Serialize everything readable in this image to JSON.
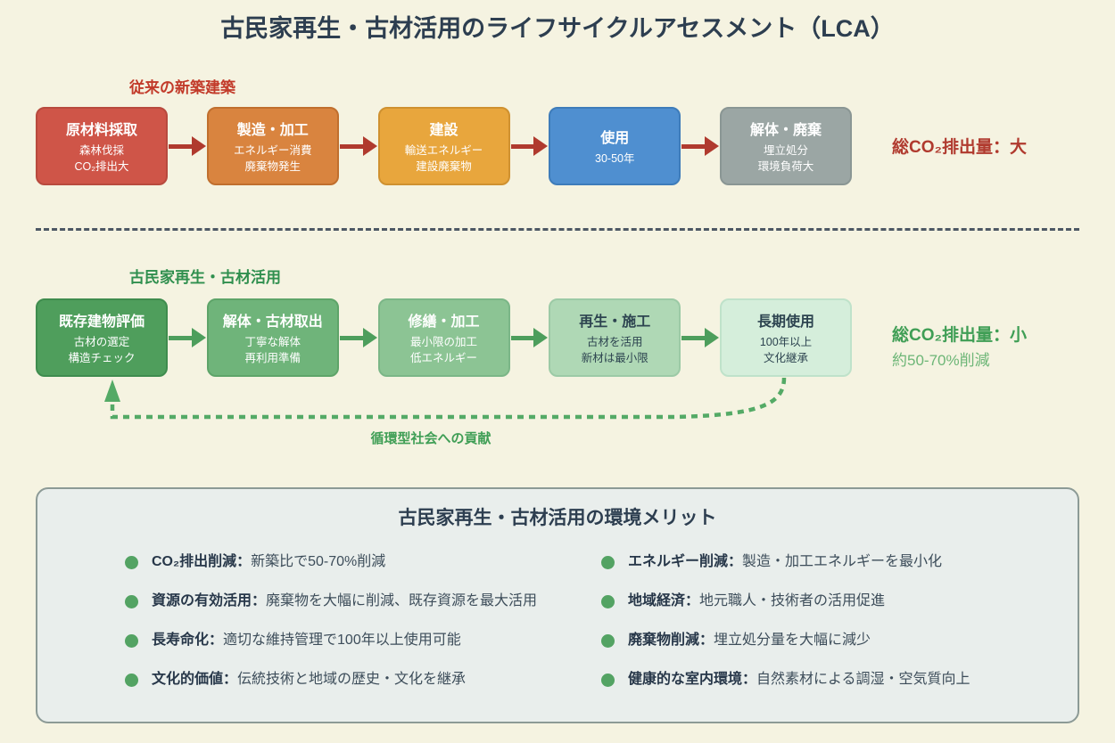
{
  "title": "古民家再生・古材活用のライフサイクルアセスメント（LCA）",
  "conventional": {
    "label": "従来の新築建築",
    "label_color": "#c23b2a",
    "total": "総CO₂排出量：大",
    "total_color": "#b03a2e",
    "arrow_color": "#b03a2e",
    "stages": [
      {
        "title": "原材料採取",
        "lines": [
          "森林伐採",
          "CO₂排出大"
        ],
        "bg": "#cf5548",
        "border": "#b84a3e",
        "text": "#ffffff"
      },
      {
        "title": "製造・加工",
        "lines": [
          "エネルギー消費",
          "廃棄物発生"
        ],
        "bg": "#d9843f",
        "border": "#c06f2e",
        "text": "#ffffff"
      },
      {
        "title": "建設",
        "lines": [
          "輸送エネルギー",
          "建設廃棄物"
        ],
        "bg": "#e8a63d",
        "border": "#cf9130",
        "text": "#ffffff"
      },
      {
        "title": "使用",
        "lines": [
          "30-50年"
        ],
        "bg": "#4f8fd0",
        "border": "#3e7cba",
        "text": "#ffffff"
      },
      {
        "title": "解体・廃棄",
        "lines": [
          "埋立処分",
          "環境負荷大"
        ],
        "bg": "#9ba6a4",
        "border": "#8a9694",
        "text": "#ffffff"
      }
    ]
  },
  "renovation": {
    "label": "古民家再生・古材活用",
    "label_color": "#2f8f4e",
    "total": "総CO₂排出量：小",
    "total_color": "#3f9e55",
    "reduction": "約50-70%削減",
    "reduction_color": "#6db677",
    "arrow_color": "#4d9e5c",
    "loop_label": "循環型社会への貢献",
    "loop_color": "#54aa66",
    "stages": [
      {
        "title": "既存建物評価",
        "lines": [
          "古材の選定",
          "構造チェック"
        ],
        "bg": "#4f9e5c",
        "border": "#3f8c4e",
        "text": "#ffffff"
      },
      {
        "title": "解体・古材取出",
        "lines": [
          "丁寧な解体",
          "再利用準備"
        ],
        "bg": "#6fb47a",
        "border": "#5ea469",
        "text": "#ffffff"
      },
      {
        "title": "修繕・加工",
        "lines": [
          "最小限の加工",
          "低エネルギー"
        ],
        "bg": "#8cc494",
        "border": "#7bb687",
        "text": "#ffffff"
      },
      {
        "title": "再生・施工",
        "lines": [
          "古材を活用",
          "新材は最小限"
        ],
        "bg": "#afd8b5",
        "border": "#9ccaa6",
        "text": "#2d4450"
      },
      {
        "title": "長期使用",
        "lines": [
          "100年以上",
          "文化継承"
        ],
        "bg": "#d5eedb",
        "border": "#bfe2ca",
        "text": "#2d4450"
      }
    ]
  },
  "merits": {
    "title": "古民家再生・古材活用の環境メリット",
    "bullet_color": "#53a363",
    "left": [
      {
        "term": "CO₂排出削減：",
        "desc": "新築比で50-70%削減"
      },
      {
        "term": "資源の有効活用：",
        "desc": "廃棄物を大幅に削減、既存資源を最大活用"
      },
      {
        "term": "長寿命化：",
        "desc": "適切な維持管理で100年以上使用可能"
      },
      {
        "term": "文化的価値：",
        "desc": "伝統技術と地域の歴史・文化を継承"
      }
    ],
    "right": [
      {
        "term": "エネルギー削減：",
        "desc": "製造・加工エネルギーを最小化"
      },
      {
        "term": "地域経済：",
        "desc": "地元職人・技術者の活用促進"
      },
      {
        "term": "廃棄物削減：",
        "desc": "埋立処分量を大幅に減少"
      },
      {
        "term": "健康的な室内環境：",
        "desc": "自然素材による調湿・空気質向上"
      }
    ]
  }
}
